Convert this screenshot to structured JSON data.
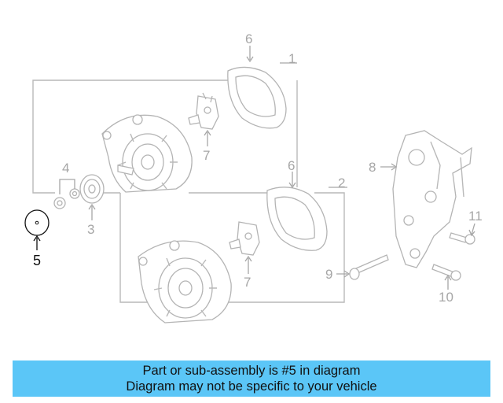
{
  "labels": {
    "l1": "1",
    "l2": "2",
    "l3": "3",
    "l4": "4",
    "l5": "5",
    "l6a": "6",
    "l6b": "6",
    "l7a": "7",
    "l7b": "7",
    "l8": "8",
    "l9": "9",
    "l10": "10",
    "l11": "11"
  },
  "highlight_part": "5",
  "colors": {
    "banner": "#5bc6f7",
    "highlight": "#111111",
    "diagram_lines": "#b4b4b4"
  },
  "caption": {
    "line1": "Part or sub-assembly is #5 in diagram",
    "line2": "Diagram may not be specific to your vehicle"
  }
}
